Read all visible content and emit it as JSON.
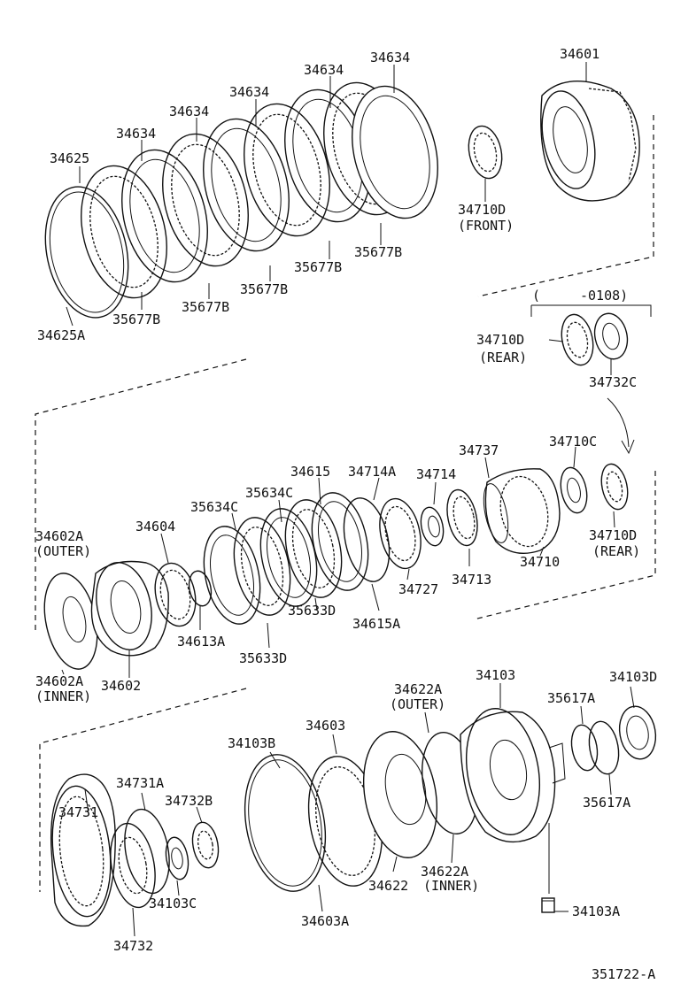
{
  "diagram_id": "351722-A",
  "labels": {
    "p34634a": "34634",
    "p34634b": "34634",
    "p34634c": "34634",
    "p34634d": "34634",
    "p34634e": "34634",
    "p34625": "34625",
    "p34625A": "34625A",
    "p35677B_1": "35677B",
    "p35677B_2": "35677B",
    "p35677B_3": "35677B",
    "p35677B_4": "35677B",
    "p35677B_5": "35677B",
    "p34601": "34601",
    "p34710D_front": "34710D",
    "front": "(FRONT)",
    "range_open": "(",
    "range_val": "-0108)",
    "p34710D_rear1": "34710D",
    "rear1": "(REAR)",
    "p34732C": "34732C",
    "p34737": "34737",
    "p34710C": "34710C",
    "p34615": "34615",
    "p34714A": "34714A",
    "p34714": "34714",
    "p35634C_1": "35634C",
    "p35634C_2": "35634C",
    "p34602A_outer": "34602A",
    "outer1": "(OUTER)",
    "p34604": "34604",
    "p34710D_rear2": "34710D",
    "rear2": "(REAR)",
    "p34710": "34710",
    "p34713": "34713",
    "p34727": "34727",
    "p34615A": "34615A",
    "p35633D_1": "35633D",
    "p35633D_2": "35633D",
    "p34613A": "34613A",
    "p34602A_inner": "34602A",
    "inner1": "(INNER)",
    "p34602": "34602",
    "p34103": "34103",
    "p34622A_outer": "34622A",
    "outer2": "(OUTER)",
    "p34103D": "34103D",
    "p35617A_1": "35617A",
    "p35617A_2": "35617A",
    "p34603": "34603",
    "p34103B": "34103B",
    "p34731A": "34731A",
    "p34732B": "34732B",
    "p34731": "34731",
    "p34622A_inner": "34622A",
    "inner2": "(INNER)",
    "p34622": "34622",
    "p34103A": "34103A",
    "p34603A": "34603A",
    "p34103C": "34103C",
    "p34732": "34732"
  }
}
